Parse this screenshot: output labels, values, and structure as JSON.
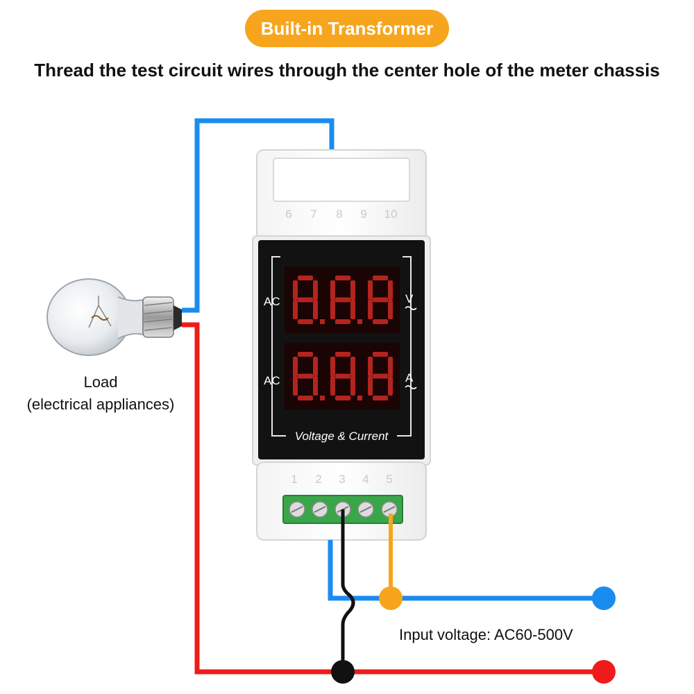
{
  "header": {
    "badge": "Built-in Transformer",
    "instruction": "Thread the test circuit wires through the center hole of the meter chassis"
  },
  "meter": {
    "top_terminal_numbers": [
      "6",
      "7",
      "8",
      "9",
      "10"
    ],
    "bottom_terminal_numbers": [
      "1",
      "2",
      "3",
      "4",
      "5"
    ],
    "voltage_row": {
      "left_label": "AC",
      "right_label": "V",
      "digits": "8.8.8"
    },
    "current_row": {
      "left_label": "AC",
      "right_label": "A",
      "digits": "8.8.8"
    },
    "panel_caption": "Voltage & Current"
  },
  "load": {
    "title": "Load",
    "subtitle": "(electrical appliances)"
  },
  "input": {
    "label": "Input voltage: AC60-500V"
  },
  "colors": {
    "badge": "#f7a51d",
    "wire_blue": "#1a8cf0",
    "wire_red": "#ef1b1b",
    "wire_orange": "#f7a51d",
    "wire_black": "#111111",
    "display_segments": "#b4241f",
    "terminal_block": "#3aa64a"
  },
  "icons": [
    "light-bulb-icon",
    "terminal-screw-icon"
  ]
}
